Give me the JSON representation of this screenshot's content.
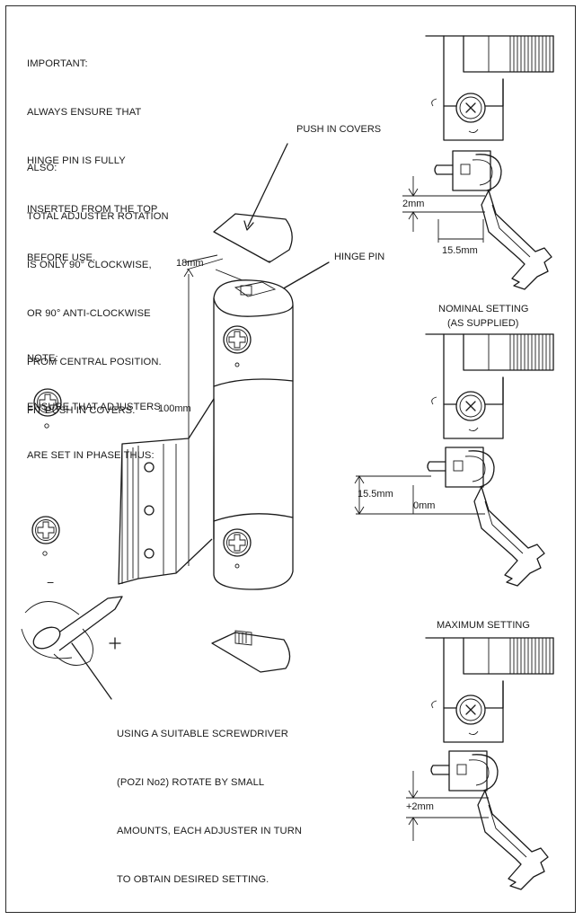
{
  "notes": {
    "important": [
      "IMPORTANT:",
      "ALWAYS ENSURE THAT",
      "HINGE PIN IS FULLY",
      "INSERTED FROM THE TOP",
      "BEFORE USE."
    ],
    "also": [
      "ALSO:",
      "TOTAL ADJUSTER ROTATION",
      "IS ONLY 90° CLOCKWISE,",
      "OR 90° ANTI-CLOCKWISE",
      "FROM CENTRAL POSITION.",
      "FIT PUSH IN COVERS."
    ],
    "phase": [
      "NOTE:",
      "ENSURE THAT ADJUSTERS",
      "ARE SET IN PHASE THUS:"
    ],
    "screwdriver": [
      "USING A SUITABLE SCREWDRIVER",
      "(POZI No2) ROTATE BY SMALL",
      "AMOUNTS, EACH ADJUSTER IN TURN",
      "TO OBTAIN DESIRED SETTING."
    ]
  },
  "labels": {
    "push_in_covers": "PUSH IN COVERS",
    "hinge_pin": "HINGE PIN",
    "width_18": "18mm",
    "height_100": "100mm",
    "minus": "−",
    "plus": "+"
  },
  "settings": {
    "minimum": {
      "offset": "2mm",
      "width": "15.5mm"
    },
    "nominal": {
      "title_1": "NOMINAL SETTING",
      "title_2": "(AS SUPPLIED)",
      "width": "15.5mm",
      "offset": "0mm"
    },
    "maximum": {
      "title": "MAXIMUM SETTING",
      "offset": "+2mm"
    }
  }
}
